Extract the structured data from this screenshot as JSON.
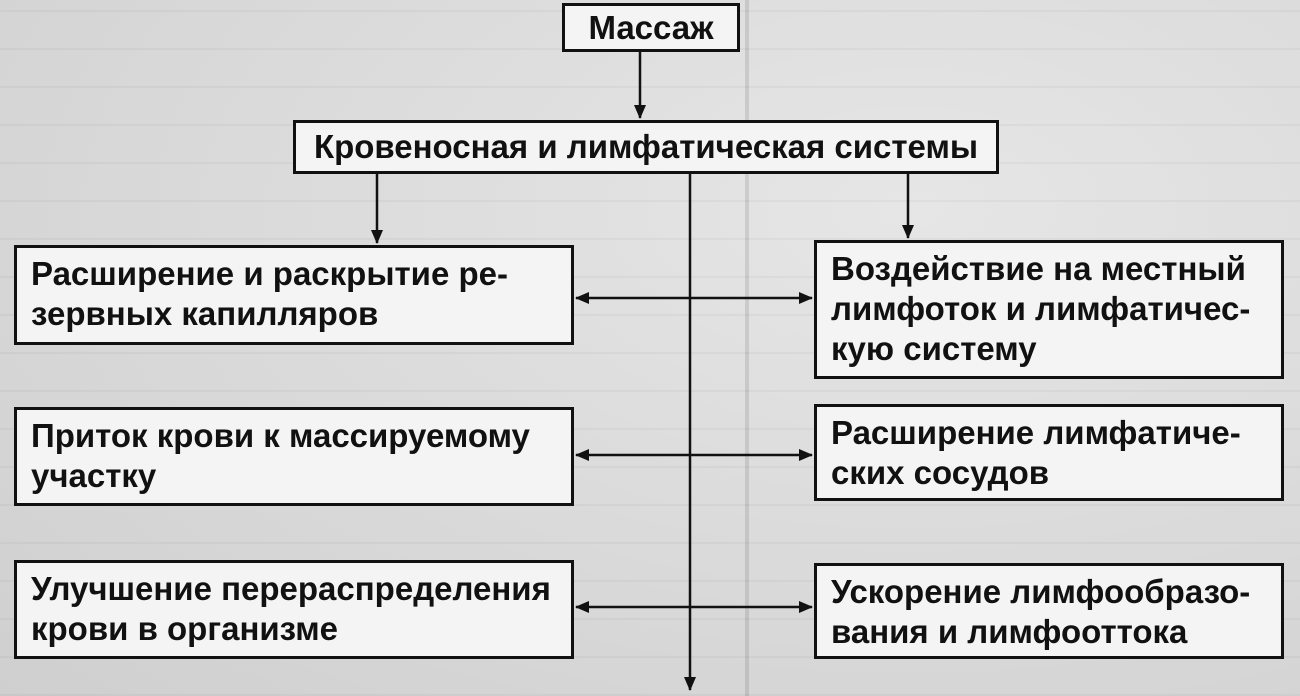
{
  "diagram": {
    "root": {
      "label": "Массаж"
    },
    "systems": {
      "label": "Кровеносная и лимфатическая системы"
    },
    "left_column": [
      {
        "lines": [
          "Расширение и раскрытие ре-",
          "зервных капилляров"
        ]
      },
      {
        "lines": [
          "Приток крови к массируемому",
          "участку"
        ]
      },
      {
        "lines": [
          "Улучшение перераспределения",
          "крови в организме"
        ]
      }
    ],
    "right_column": [
      {
        "lines": [
          "Воздействие на местный",
          "лимфоток и лимфатичес-",
          "кую систему"
        ]
      },
      {
        "lines": [
          "Расширение лимфатиче-",
          "ских сосудов"
        ]
      },
      {
        "lines": [
          "Ускорение лимфообразо-",
          "вания и лимфооттока"
        ]
      }
    ]
  }
}
